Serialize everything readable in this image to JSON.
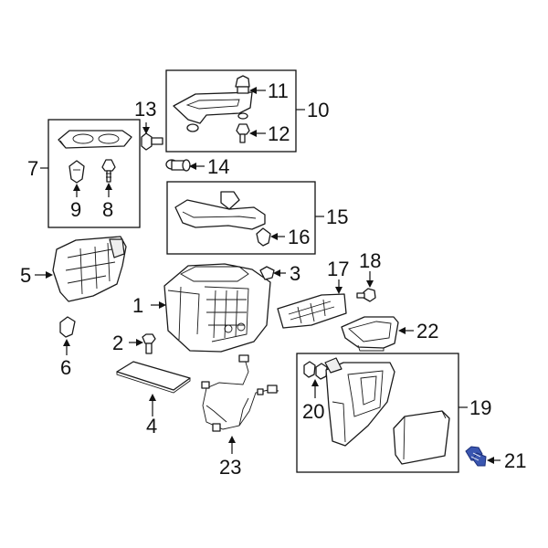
{
  "callouts": {
    "c1": "1",
    "c2": "2",
    "c3": "3",
    "c4": "4",
    "c5": "5",
    "c6": "6",
    "c7": "7",
    "c8": "8",
    "c9": "9",
    "c10": "10",
    "c11": "11",
    "c12": "12",
    "c13": "13",
    "c14": "14",
    "c15": "15",
    "c16": "16",
    "c17": "17",
    "c18": "18",
    "c19": "19",
    "c20": "20",
    "c21": "21",
    "c22": "22",
    "c23": "23"
  },
  "colors": {
    "highlight_part": "#3a56b0",
    "line": "#111111",
    "background": "#ffffff"
  },
  "highlighted_callout": "21"
}
